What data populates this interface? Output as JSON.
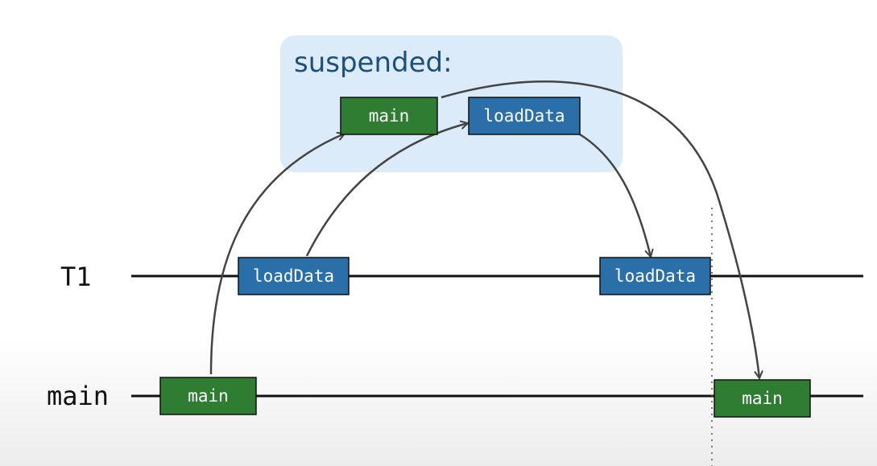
{
  "suspended": {
    "label": "suspended:",
    "blocks": [
      "main",
      "loadData"
    ]
  },
  "threads": [
    {
      "label": "T1",
      "blocks": [
        "loadData",
        "loadData"
      ]
    },
    {
      "label": "main",
      "blocks": [
        "main",
        "main"
      ]
    }
  ],
  "colors": {
    "main_block": "#2e7d32",
    "loaddata_block": "#2a6fa8",
    "suspended_bg": "#dcebf9",
    "suspended_text": "#1d4f7c",
    "timeline": "#111111",
    "arrow": "#444444",
    "block_text": "#ffffff"
  }
}
